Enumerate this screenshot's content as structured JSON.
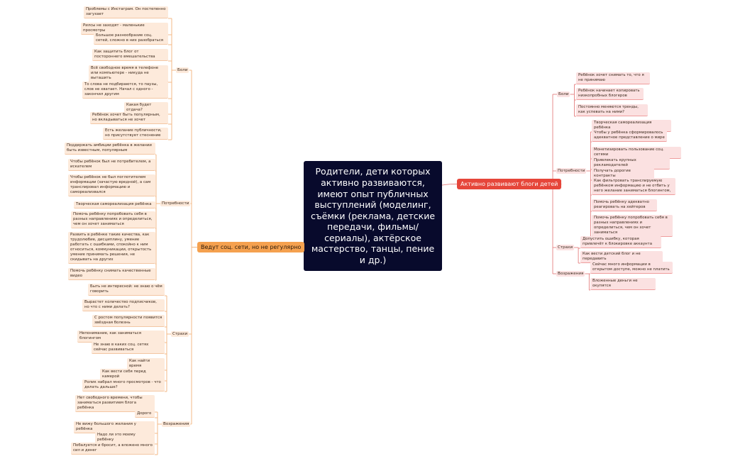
{
  "root": {
    "label": "Родители, дети которых активно развиваются, имеют опыт публичных выступлений (моделинг, съёмки (реклама, детские передачи, фильмы/сериалы), актёрское мастерство, танцы, пение и др.)"
  },
  "left": {
    "label": "Ведут соц. сети, но не регулярно",
    "groups": {
      "pains": {
        "label": "Боли",
        "items": [
          "Проблемы с Инстаграм. Он постепенно загухает",
          "Рилсы не заходят - маленькие просмотры",
          "Большое разнообразие соц. сетей, сложно в них разобраться",
          "Как защитить блог от постороннего вмешательства",
          "Всё свободное время в телефоне или компьютере - никуда не выташить",
          "То слова не подбираются, то паузы, слов не хватает. Начал с одного - закончил другим",
          "Какая будет отдача?",
          "Ребёнок хочет быть популярным, но вкладываться не хочет",
          "Есть желание публичности, но присутствует стеснение"
        ]
      },
      "needs": {
        "label": "Потребности",
        "items": [
          "Поддержать амбиции ребёнка в желании быть известным, популярным",
          "Чтобы ребёнок был не потребителем, а искателем",
          "Чтобы ребёнок не был поглотителем информации (зачастую вредной), а сам транслировал информацию и самореализвался",
          "Творческая самореализация ребёнка",
          "Помочь ребёнку попробовать себя в разных направлениях и определиться, чем он хочет заниматься",
          "Развить в ребёнке такие качества, как трудолюбие, дисциплину, умение работать с ошибками, спокойно к ним относиться, коммуникации, открытость умение принимать решения, не скидывать на других",
          "Помочь ребёнку снимать качественные видео"
        ]
      },
      "fears": {
        "label": "Страхи",
        "items": [
          "Быть не интересной: не знаю о чём говорить",
          "Вырастет количество подписчиков, но что с ними делать?",
          "С ростом популярности появится звёздная болезнь",
          "Непонимание, как заниматься блогингом",
          "Не знаю в каких соц. сетях сейчас развиваться",
          "Как найти время",
          "Как вести себя перед камерой",
          "Ролик набрал много просмотров - что делать дальше?"
        ]
      },
      "objections": {
        "label": "Возражения",
        "items": [
          "Нет свободного времени, чтобы заниматься развитием блога ребёнка",
          "Дорого",
          "Не вижу большого желания у ребёнка",
          "Надо ли это моему ребёнку",
          "Побалуется и бросит, а вложено много сил и денег"
        ]
      }
    }
  },
  "right": {
    "label": "Активно развивают блоги детей",
    "groups": {
      "pains": {
        "label": "Боли",
        "items": [
          "Ребёнок хочет снимать то, что я не принимаю",
          "Ребёнок начинает копировать низкопробных блогеров",
          "Постоянно меняются тренды, как успевать на ними?"
        ]
      },
      "needs": {
        "label": "Потребности",
        "items": [
          "Творческая самореализация ребёнка",
          "Чтобы у ребёнка сформировалось адекватное представление о мире",
          "Монетизировать пользование соц. сетями",
          "Привлекать крупных рекламодателей",
          "Получать дорогие контракты",
          "Как фильтровать транслируемую ребёнком информацию и не отбить у него желание заниматься блогингом,",
          "Помочь ребёнку адекватно реагировать на хейтеров",
          "Помочь ребёнку попробовать себя в разных направлениях и определиться, чем он хочет заниматься"
        ]
      },
      "fears": {
        "label": "Страхи",
        "items": [
          "Допустить ошибку, которая привлечёт к блокировке аккаунта",
          "Как вести детский блог и не передавить"
        ]
      },
      "objections": {
        "label": "Возражения",
        "items": [
          "Сейчас много информации в открытом доступе, можно не платить",
          "Вложенные деньги не окупятся"
        ]
      }
    }
  },
  "colors": {
    "left_branch": "#f5a14f",
    "right_branch": "#e6463a",
    "root_bg": "#080a2c",
    "left_line": "#f2b27a",
    "right_line": "#e58080"
  }
}
